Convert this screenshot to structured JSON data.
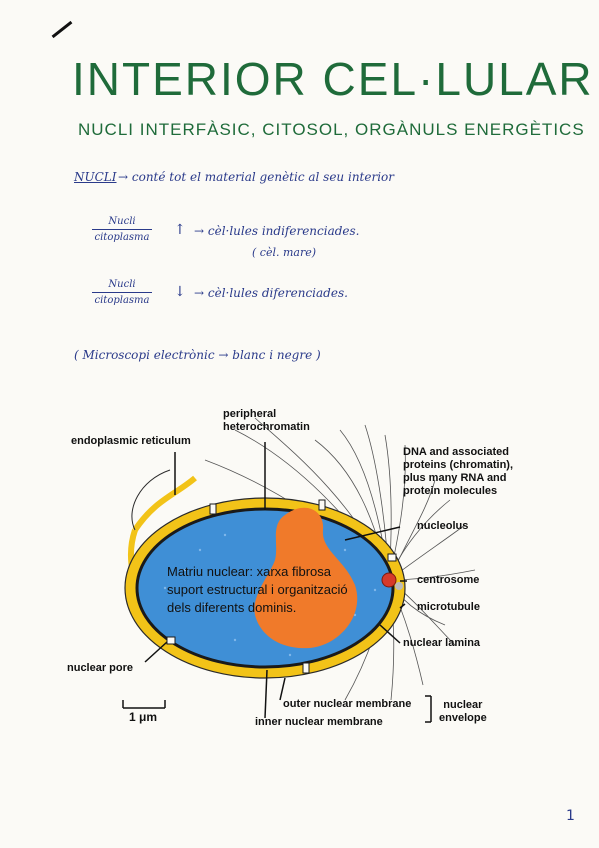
{
  "title": "INTERIOR CEL·LULAR",
  "subtitle": "NUCLI INTERFÀSIC, CITOSOL, ORGÀNULS ENERGÈTICS",
  "notes": {
    "nucli_term": "NUCLI",
    "nucli_definition": "→ conté tot el material genètic al seu interior",
    "ratio_high": {
      "numerator": "Nucli",
      "denominator": "citoplasma",
      "arrow": "↑",
      "result": "→ cèl·lules indiferenciades.",
      "note": "( cèl. mare)"
    },
    "ratio_low": {
      "numerator": "Nucli",
      "denominator": "citoplasma",
      "arrow": "↓",
      "result": "→ cèl·lules diferenciades."
    },
    "microscope_note": "( Microscopi electrònic → blanc i negre )"
  },
  "figure": {
    "labels": {
      "endoplasmic_reticulum": "endoplasmic reticulum",
      "peripheral_heterochromatin_1": "peripheral",
      "peripheral_heterochromatin_2": "heterochromatin",
      "dna_1": "DNA and associated",
      "dna_2": "proteins (chromatin),",
      "dna_3": "plus many RNA and",
      "dna_4": "protein molecules",
      "nucleolus": "nucleolus",
      "centrosome": "centrosome",
      "microtubule": "microtubule",
      "nuclear_lamina": "nuclear lamina",
      "nuclear_pore": "nuclear pore",
      "outer_membrane": "outer nuclear membrane",
      "inner_membrane": "inner nuclear membrane",
      "envelope_1": "nuclear",
      "envelope_2": "envelope",
      "scale": "1 μm"
    },
    "overlay_text": [
      "Matriu nuclear: xarxa fibrosa",
      "suport estructural i organització",
      "dels diferents dominis."
    ],
    "colors": {
      "nucleoplasm": "#3f8fd6",
      "nucleolus": "#f07a2a",
      "envelope": "#f2c318",
      "lamina": "#1a1a1a",
      "centrosome": "#d63a2a"
    }
  },
  "page_number": "1"
}
